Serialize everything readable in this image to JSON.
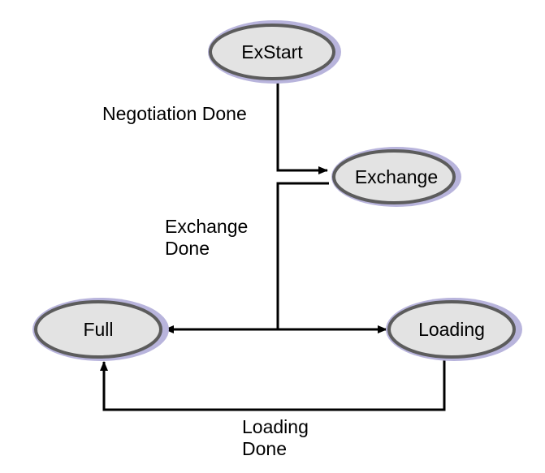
{
  "states": {
    "exstart": "ExStart",
    "exchange": "Exchange",
    "full": "Full",
    "loading": "Loading"
  },
  "transitions": {
    "negotiation_done": "Negotiation Done",
    "exchange_done_line1": "Exchange",
    "exchange_done_line2": "Done",
    "loading_done_line1": "Loading",
    "loading_done_line2": "Done"
  },
  "colors": {
    "node_fill": "#e3e3e3",
    "node_border": "#5c5c5c",
    "node_halo": "#b8b4dc",
    "edge": "#000000"
  }
}
